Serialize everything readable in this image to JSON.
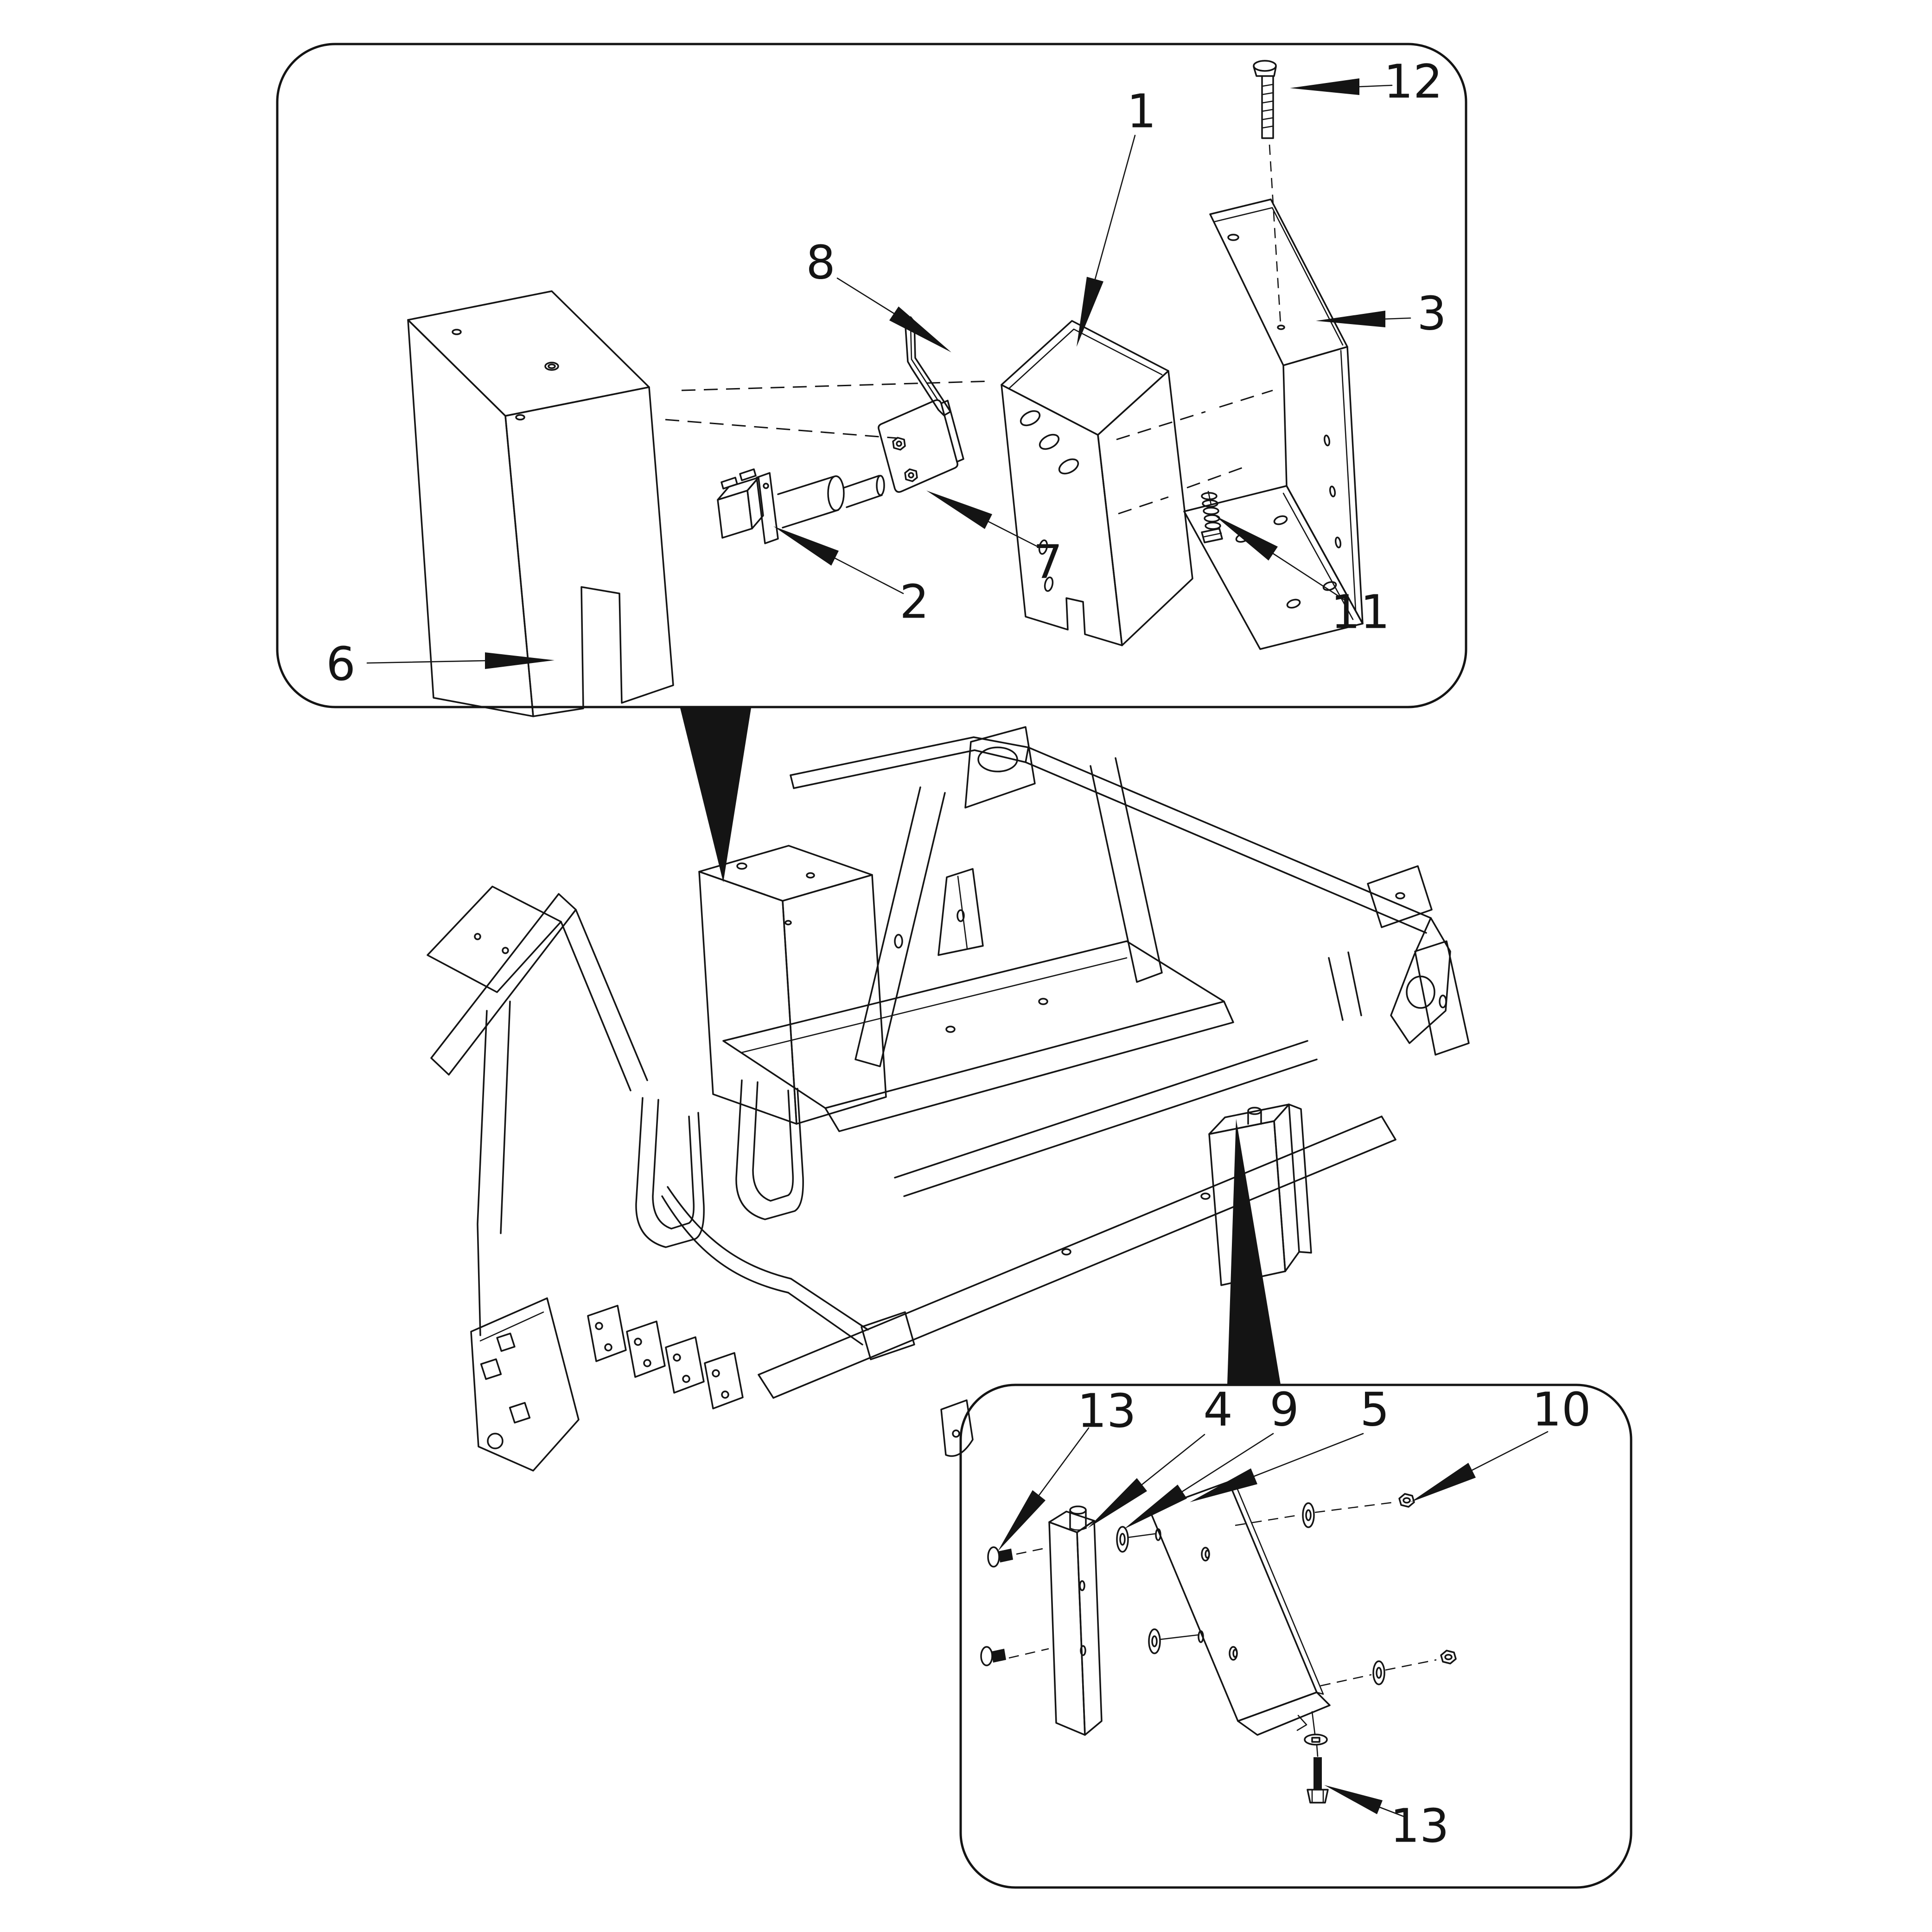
{
  "figure": {
    "kind": "exploded-parts-diagram",
    "background_color": "#ffffff",
    "line_color": "#141414"
  },
  "top_callout": {
    "labels": [
      {
        "text": "1"
      },
      {
        "text": "12"
      },
      {
        "text": "3"
      },
      {
        "text": "8"
      },
      {
        "text": "2"
      },
      {
        "text": "7"
      },
      {
        "text": "11"
      },
      {
        "text": "6"
      }
    ]
  },
  "bottom_callout": {
    "labels": [
      {
        "text": "13"
      },
      {
        "text": "4"
      },
      {
        "text": "9"
      },
      {
        "text": "5"
      },
      {
        "text": "10"
      },
      {
        "text": "13"
      }
    ]
  }
}
